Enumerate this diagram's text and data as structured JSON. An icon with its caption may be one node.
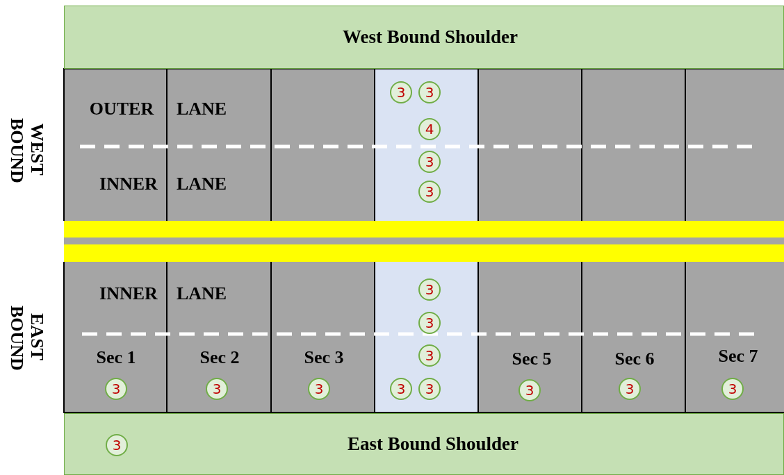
{
  "diagram": {
    "nodes": [
      {
        "text": [
          "West Bound Shoulder"
        ]
      },
      {
        "text": [
          "East Bound Shoulder"
        ]
      },
      {
        "text": [
          "3"
        ]
      },
      {
        "text": [
          "3"
        ]
      },
      {
        "text": [
          "4"
        ]
      },
      {
        "text": [
          "3"
        ]
      },
      {
        "text": [
          "3"
        ]
      },
      {
        "text": [
          "3"
        ]
      },
      {
        "text": [
          "3"
        ]
      },
      {
        "text": [
          "3"
        ]
      },
      {
        "text": [
          "3"
        ]
      },
      {
        "text": [
          "3"
        ]
      },
      {
        "text": [
          "3"
        ]
      },
      {
        "text": [
          "3"
        ]
      },
      {
        "text": [
          "3"
        ]
      },
      {
        "text": [
          "3"
        ]
      },
      {
        "text": [
          "3"
        ]
      },
      {
        "text": [
          "3"
        ]
      },
      {
        "text": [
          "3"
        ],
        "in": 1
      }
    ],
    "labels": [
      "WEST BOUND",
      "OUTER",
      "LANE",
      "INNER",
      "LANE",
      "EAST BOUND",
      "INNER",
      "LANE",
      "Sec 1",
      "Sec 2",
      "Sec 3",
      "Sec 5",
      "Sec 6",
      "Sec 7"
    ]
  }
}
